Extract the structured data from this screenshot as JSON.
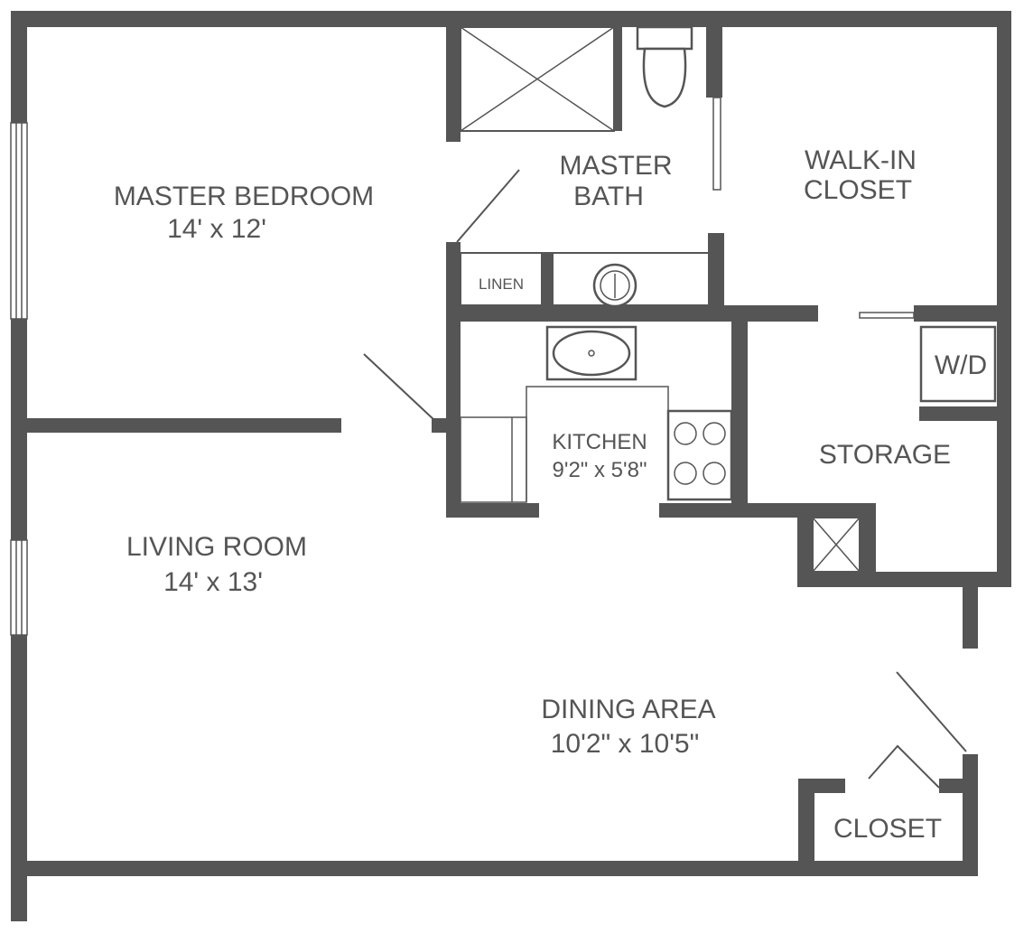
{
  "rooms": {
    "master_bedroom": {
      "name": "MASTER BEDROOM",
      "size": "14' x 12'"
    },
    "master_bath": {
      "line1": "MASTER",
      "line2": "BATH"
    },
    "walk_in_closet": {
      "line1": "WALK-IN",
      "line2": "CLOSET"
    },
    "linen": {
      "name": "LINEN"
    },
    "wd": {
      "name": "W/D"
    },
    "kitchen": {
      "name": "KITCHEN",
      "size": "9'2\" x 5'8\""
    },
    "storage": {
      "name": "STORAGE"
    },
    "living_room": {
      "name": "LIVING ROOM",
      "size": "14' x 13'"
    },
    "dining_area": {
      "name": "DINING AREA",
      "size": "10'2\" x 10'5\""
    },
    "closet": {
      "name": "CLOSET"
    }
  },
  "colors": {
    "wall": "#555555",
    "background": "#ffffff"
  }
}
